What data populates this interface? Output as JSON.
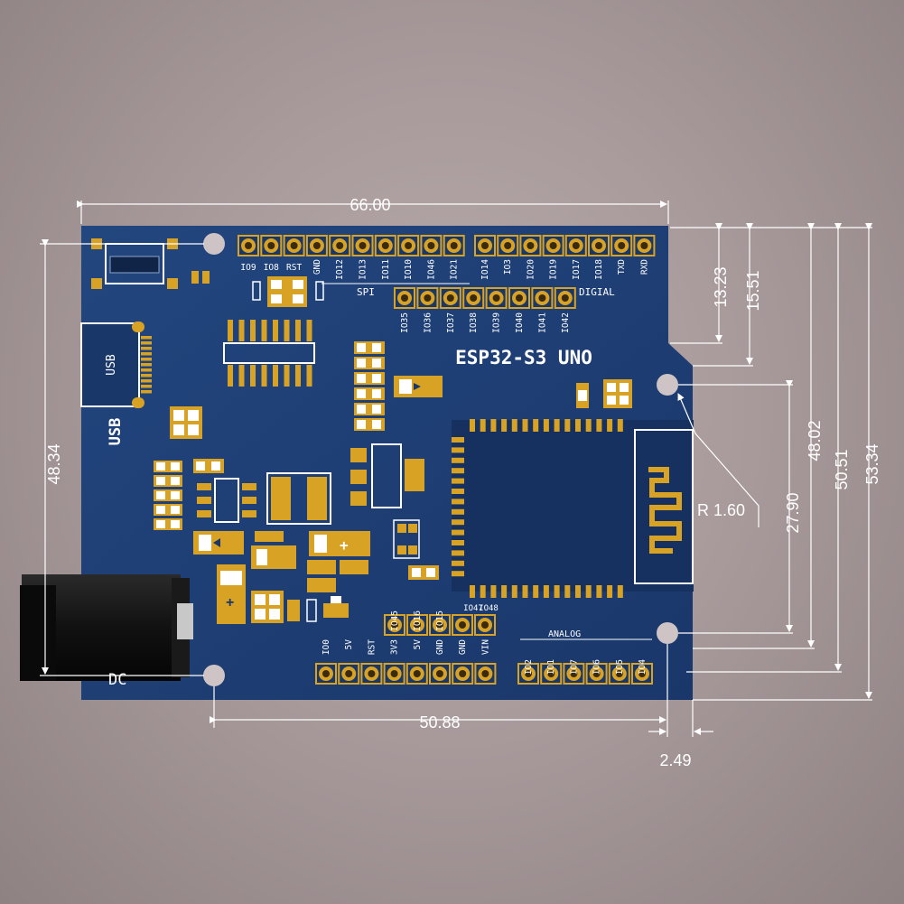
{
  "board": {
    "title": "ESP32-S3 UNO",
    "usb_connector_label": "USB",
    "usb_side_label": "USB",
    "dc_label": "DC",
    "spi_label": "SPI",
    "digital_label": "DIGIAL",
    "analog_label": "ANALOG",
    "top_header_left": [
      "IO9",
      "IO8",
      "RST",
      "GND",
      "IO12",
      "IO13",
      "IO11",
      "IO10",
      "IO46",
      "IO21"
    ],
    "top_header_right": [
      "IO14",
      "IO3",
      "IO20",
      "IO19",
      "IO17",
      "IO18",
      "TXD",
      "RXD"
    ],
    "second_header": [
      "IO35",
      "IO36",
      "IO37",
      "IO38",
      "IO39",
      "IO40",
      "IO41",
      "IO42"
    ],
    "mid_header": [
      "IO45",
      "IO16",
      "IO15",
      "IO47",
      "IO48"
    ],
    "power_header": [
      "IO0",
      "5V",
      "RST",
      "3V3",
      "5V",
      "GND",
      "GND",
      "VIN"
    ],
    "analog_header": [
      "IO2",
      "IO1",
      "IO7",
      "IO6",
      "IO5",
      "IO4"
    ]
  },
  "dimensions": {
    "width": "66.00",
    "left_height": "48.34",
    "bottom_hole_span": "50.88",
    "bottom_offset": "2.49",
    "right_1": "13.23",
    "right_2": "15.51",
    "hole_span": "27.90",
    "right_3": "48.02",
    "right_4": "50.51",
    "right_5": "53.34",
    "radius": "R 1.60"
  },
  "colors": {
    "pcb": "#1e3f74",
    "pad": "#d8a224",
    "silk": "#ffffff",
    "dim_line": "#ffffff"
  }
}
